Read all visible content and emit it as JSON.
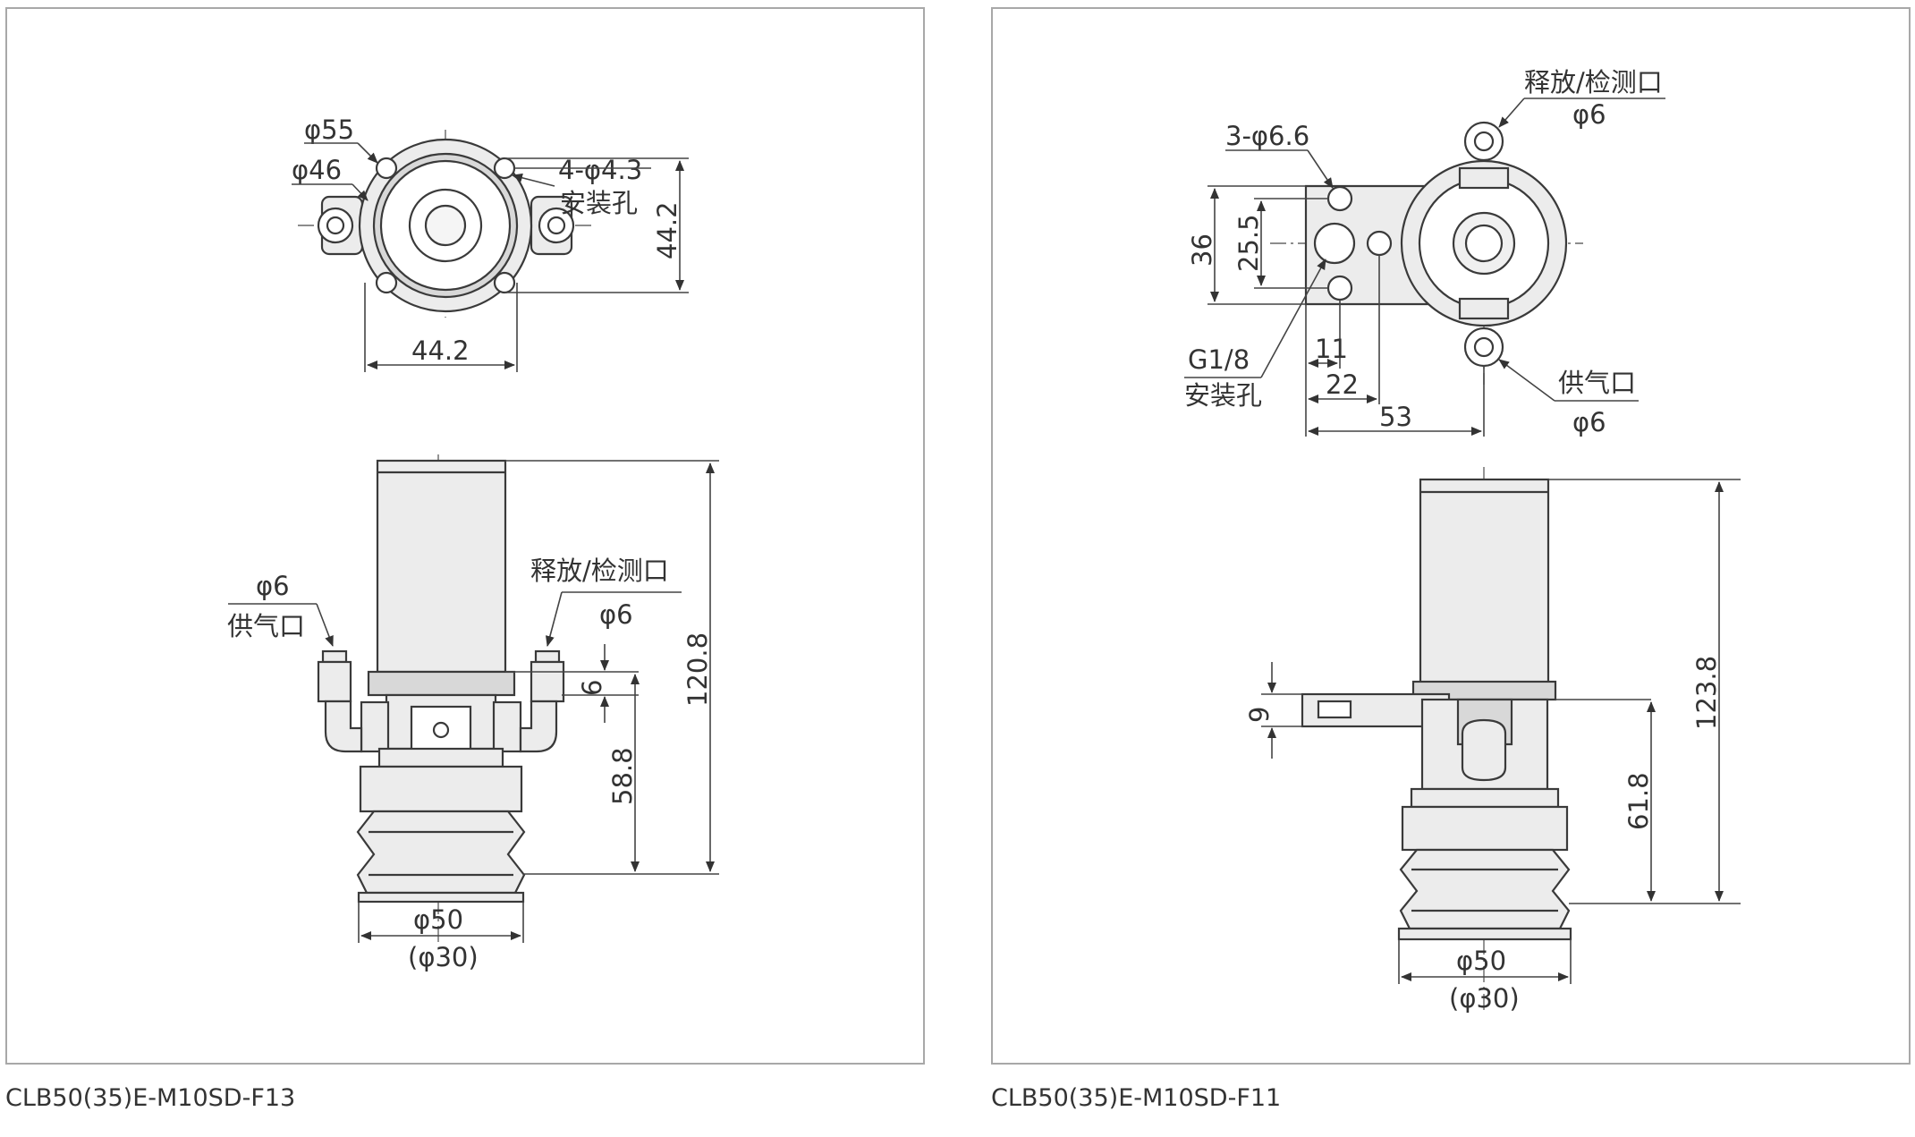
{
  "left": {
    "model_code": "CLB50(35)E-M10SD-F13",
    "top_view": {
      "phi55": "φ55",
      "phi46": "φ46",
      "holes": "4-φ4.3",
      "holes_label": "安装孔",
      "height": "44.2",
      "width": "44.2"
    },
    "side_view": {
      "supply_size": "φ6",
      "supply_label": "供气口",
      "release_label": "释放/检测口",
      "release_size": "φ6",
      "dim_6": "6",
      "dim_total": "120.8",
      "dim_lower": "58.8",
      "dim_cup": "φ50",
      "dim_cup_inner": "(φ30)"
    }
  },
  "right": {
    "model_code": "CLB50(35)E-M10SD-F11",
    "top_view": {
      "release_label": "释放/检测口",
      "release_size": "φ6",
      "holes": "3-φ6.6",
      "dim_36": "36",
      "dim_25_5": "25.5",
      "thread": "G1/8",
      "thread_label": "安装孔",
      "dim_11": "11",
      "dim_22": "22",
      "dim_53": "53",
      "supply_label": "供气口",
      "supply_size": "φ6"
    },
    "side_view": {
      "dim_9": "9",
      "dim_total": "123.8",
      "dim_lower": "61.8",
      "dim_cup": "φ50",
      "dim_cup_inner": "(φ30)"
    }
  }
}
